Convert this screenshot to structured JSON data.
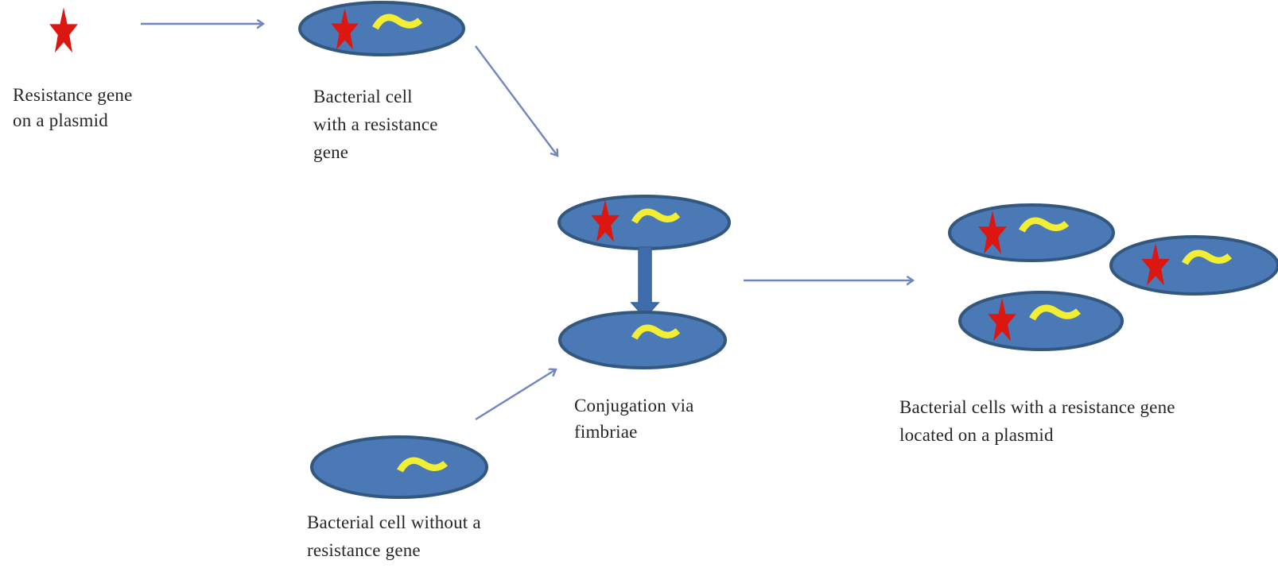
{
  "labels": {
    "resistance_gene": {
      "line1": "Resistance gene",
      "line2": "on a plasmid"
    },
    "cell_with_gene": {
      "line1": "Bacterial cell",
      "line2": "with a resistance",
      "line3": "gene"
    },
    "conjugation": {
      "line1": "Conjugation via",
      "line2": "fimbriae"
    },
    "cell_without_gene": {
      "line1": "Bacterial cell without a",
      "line2": "resistance gene"
    },
    "cells_with_gene": {
      "line1": "Bacterial cells with a resistance gene",
      "line2": "located on a plasmid"
    }
  },
  "colors": {
    "background": "#ffffff",
    "cell_fill": "#4b79b5",
    "cell_border": "#33587f",
    "star_red": "#dc1712",
    "plasmid_yellow": "#f2ee33",
    "arrow_thin": "#7086c3",
    "arrow_thick": "#3f6dab",
    "text": "#262626"
  },
  "icons": {
    "resistance_gene": "red-star",
    "plasmid_dna": "yellow-squiggle",
    "bacterial_cell": "blue-ellipse",
    "transfer_arrow": "thin-blue-open-arrow",
    "conjugation_arrow": "thick-blue-down-arrow"
  }
}
